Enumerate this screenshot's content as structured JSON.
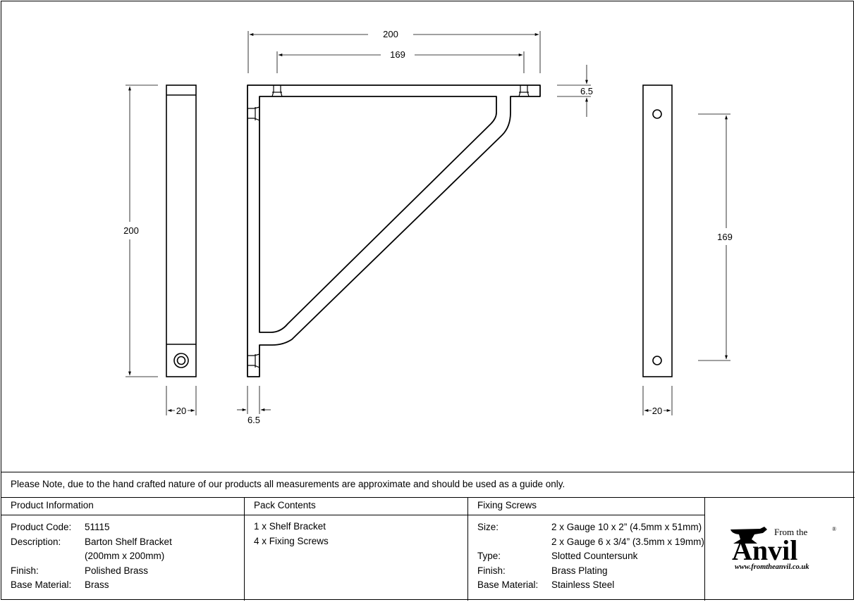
{
  "dimensions": {
    "side_width": "20",
    "side_height": "200",
    "front_width": "200",
    "front_hole_spacing": "169",
    "front_thickness_top": "6.5",
    "front_thickness_left": "6.5",
    "back_hole_spacing": "169",
    "back_width": "20"
  },
  "note": "Please Note, due to the hand crafted nature of our products all measurements are approximate and should be used as a guide only.",
  "product_info": {
    "header": "Product Information",
    "rows": [
      {
        "label": "Product Code:",
        "value": "51115"
      },
      {
        "label": "Description:",
        "value": "Barton Shelf Bracket"
      },
      {
        "label": "",
        "value": "(200mm x 200mm)"
      },
      {
        "label": "Finish:",
        "value": "Polished Brass"
      },
      {
        "label": "Base Material:",
        "value": "Brass"
      }
    ]
  },
  "pack_contents": {
    "header": "Pack Contents",
    "items": [
      "1 x Shelf Bracket",
      "4 x Fixing Screws"
    ]
  },
  "fixing_screws": {
    "header": "Fixing Screws",
    "rows": [
      {
        "label": "Size:",
        "value": "2 x Gauge 10 x 2” (4.5mm x 51mm)"
      },
      {
        "label": "",
        "value": "2 x Gauge 6 x 3/4” (3.5mm x 19mm)"
      },
      {
        "label": "Type:",
        "value": "Slotted Countersunk"
      },
      {
        "label": "Finish:",
        "value": "Brass Plating"
      },
      {
        "label": "Base Material:",
        "value": "Stainless Steel"
      }
    ]
  },
  "logo": {
    "from_the": "From the",
    "anvil": "Anvil",
    "registered": "®",
    "url": "www.fromtheanvil.co.uk"
  }
}
